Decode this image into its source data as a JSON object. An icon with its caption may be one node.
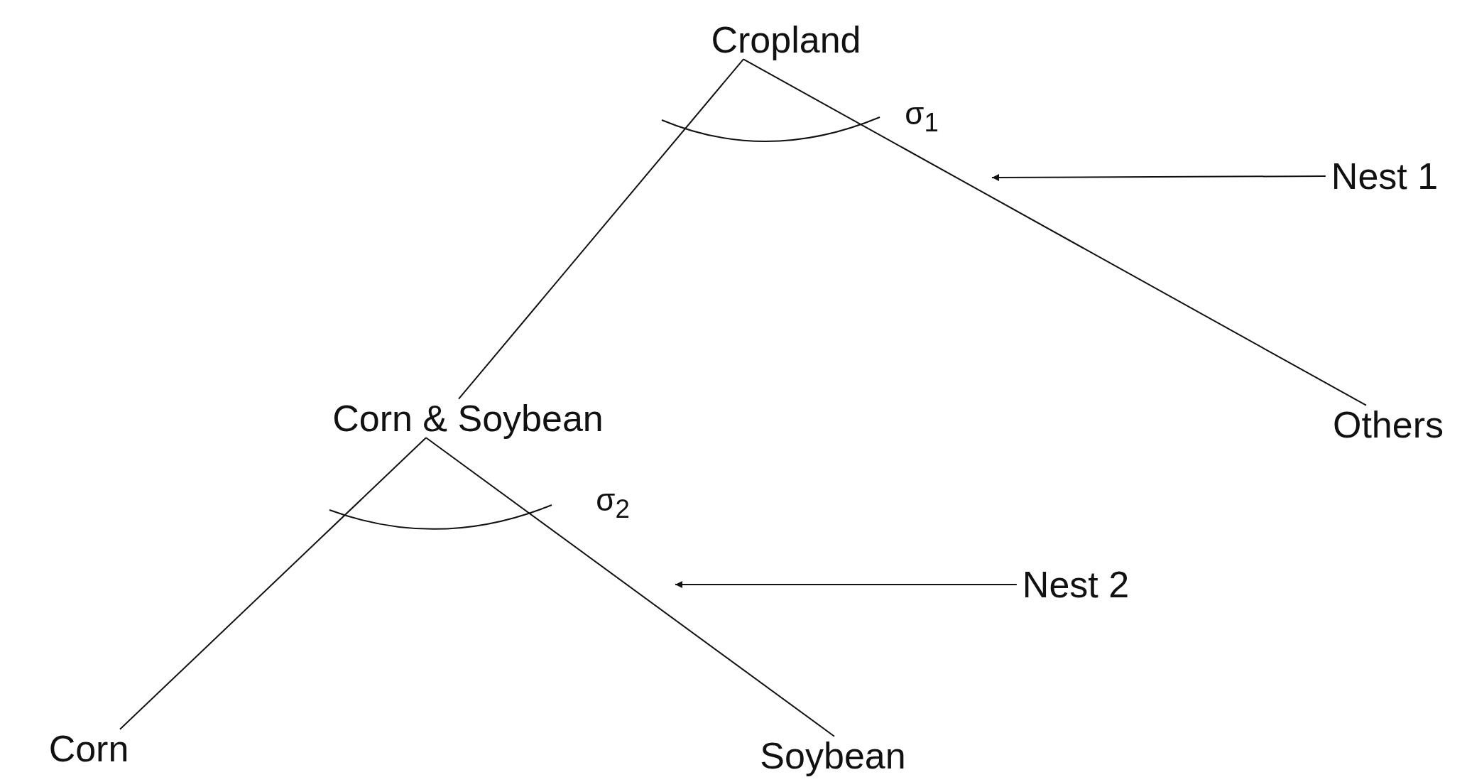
{
  "diagram": {
    "nodes": [
      {
        "text": [
          "Cropland"
        ]
      },
      {
        "text": [
          "Corn & Soybean"
        ]
      },
      {
        "text": [
          "Others"
        ]
      },
      {
        "text": [
          "Corn"
        ]
      },
      {
        "text": [
          "Soybean"
        ]
      },
      {
        "text": [
          "Nest 1"
        ]
      },
      {
        "text": [
          "Nest 2"
        ]
      }
    ],
    "edges": [
      {
        "from": 0,
        "to": 1,
        "arrow": "none"
      },
      {
        "from": 0,
        "to": 2,
        "arrow": "none"
      },
      {
        "from": 1,
        "to": 3,
        "arrow": "none"
      },
      {
        "from": 1,
        "to": 4,
        "arrow": "none"
      },
      {
        "from": 5,
        "to": null,
        "arrow": "to"
      },
      {
        "from": 6,
        "to": null,
        "arrow": "to"
      }
    ],
    "labels": [
      "σ$_{1}$",
      "σ$_{2}$"
    ]
  }
}
